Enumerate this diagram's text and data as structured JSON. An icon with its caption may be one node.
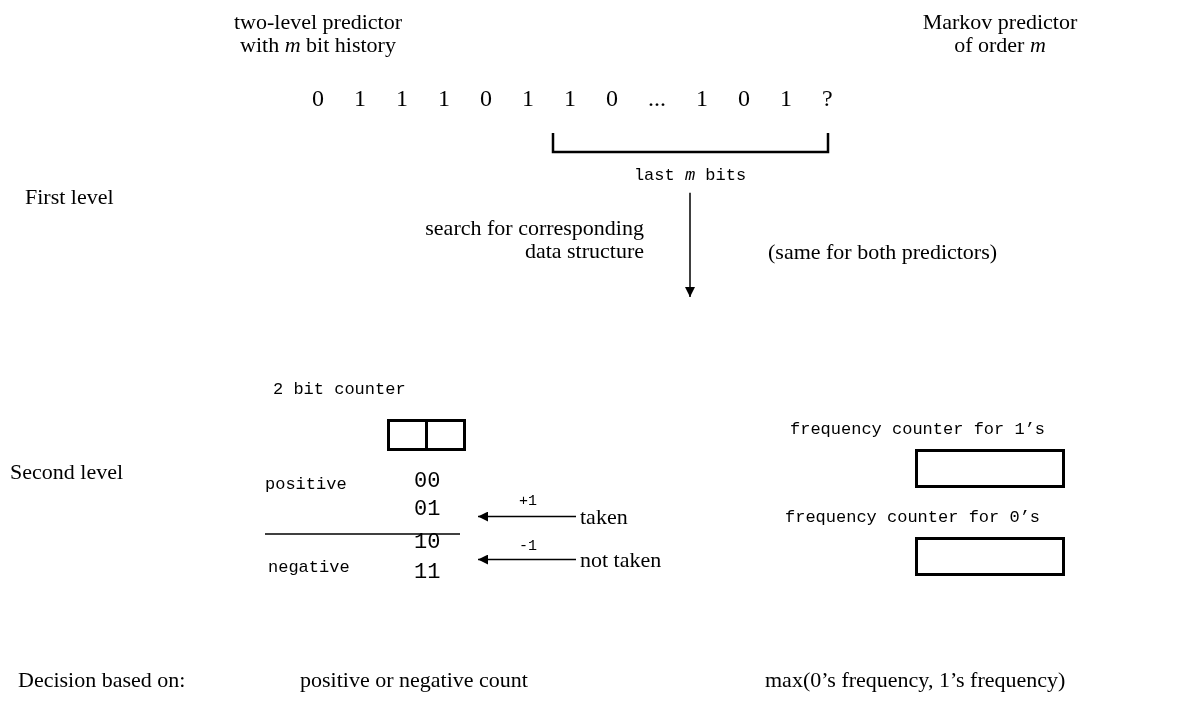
{
  "diagram": {
    "nodes": [
      {
        "text": [
          "last *m* bits"
        ]
      },
      {
        "text": [
          "2 bit counter"
        ]
      },
      {
        "text": [
          "frequency counter for 1’s"
        ]
      },
      {
        "text": [
          "taken"
        ]
      },
      {
        "text": [
          "frequency counter for 0’s"
        ]
      },
      {
        "text": [
          "not taken"
        ]
      }
    ],
    "edges": [
      {
        "from": 0,
        "to": null,
        "arrow": "to",
        "label": "search for corresponding data structure"
      },
      {
        "from": 3,
        "to": null,
        "arrow": "to",
        "label": "+1"
      },
      {
        "from": 5,
        "to": null,
        "arrow": "to",
        "label": "-1"
      }
    ],
    "labels": [
      "two-level predictor with *m* bit history",
      "Markov predictor of order *m*",
      "0 1 1 1 0 1 1 0 ... 1 0 1 ?",
      "First level",
      "(same for both predictors)",
      "Second level",
      "positive",
      "00",
      "01",
      "10",
      "negative",
      "11",
      "Decision based on:",
      "positive or negative count",
      "max(0’s frequency, 1’s frequency)"
    ]
  }
}
